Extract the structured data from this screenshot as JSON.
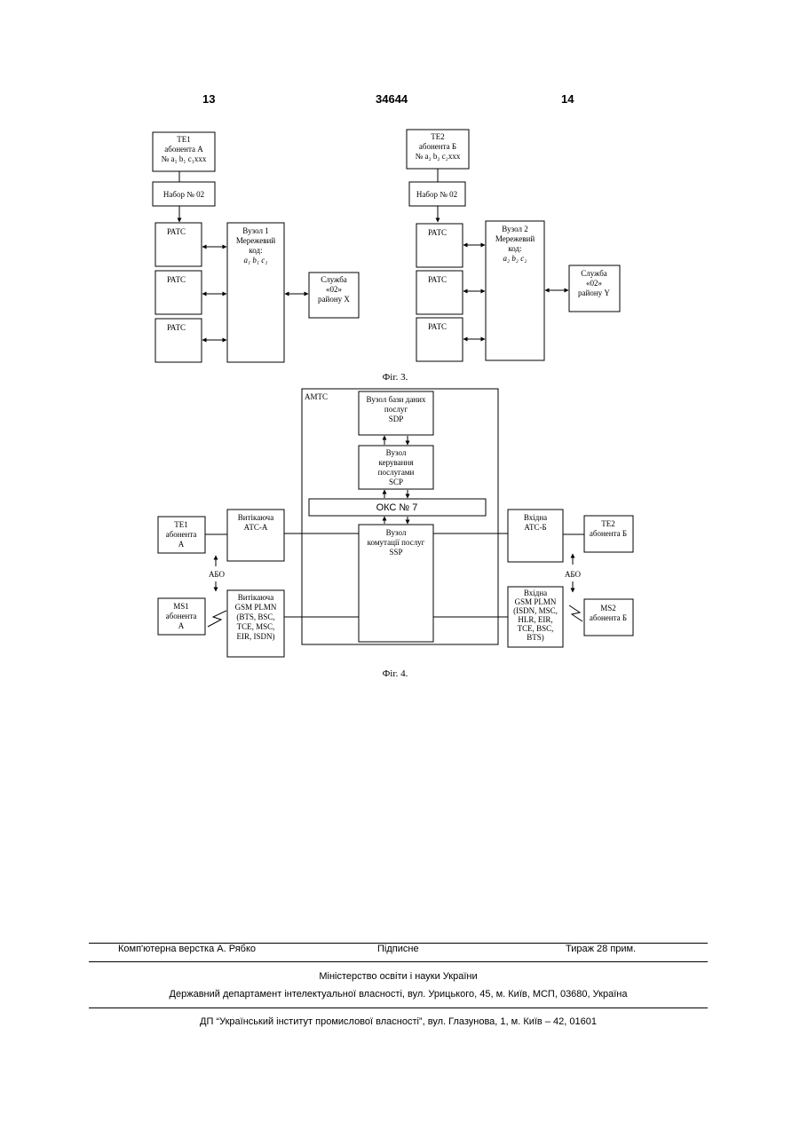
{
  "header": {
    "left": "13",
    "center": "34644",
    "right": "14"
  },
  "fig3": {
    "caption": "Фіг. 3.",
    "left": {
      "te_lines": [
        "ТЕ1",
        "абонента А",
        "№ a₁ b₁ c₁xxx"
      ],
      "dial": "Набор № 02",
      "ratc": [
        "РАТС",
        "РАТС",
        "РАТС"
      ],
      "node_lines": [
        "Вузол 1",
        "Мережевий",
        "код:",
        "a₁ b₁ c₁"
      ],
      "service_lines": [
        "Служба",
        "«02»",
        "району X"
      ]
    },
    "right": {
      "te_lines": [
        "ТЕ2",
        "абонента Б",
        "№ a₂ b₂ c₂xxx"
      ],
      "dial": "Набор № 02",
      "ratc": [
        "РАТС",
        "РАТС",
        "РАТС"
      ],
      "node_lines": [
        "Вузол 2",
        "Мережевий",
        "код:",
        "a₂ b₂ c₂"
      ],
      "service_lines": [
        "Служба",
        "«02»",
        "району Y"
      ]
    }
  },
  "fig4": {
    "caption": "Фіг. 4.",
    "amts": "АМТС",
    "sdp_lines": [
      "Вузол бази даних",
      "послуг",
      "SDP"
    ],
    "scp_lines": [
      "Вузол",
      "керування",
      "послугами",
      "SCP"
    ],
    "oks": "ОКС № 7",
    "ssp_lines": [
      "Вузол",
      "комутації послуг",
      "SSP"
    ],
    "te1_lines": [
      "ТЕ1",
      "абонента",
      "А"
    ],
    "ms1_lines": [
      "MS1",
      "абонента",
      "А"
    ],
    "abo": "АБО",
    "out_ats_lines": [
      "Витікаюча",
      "АТС-А"
    ],
    "out_gsm_lines": [
      "Витікаюча",
      "GSM PLMN",
      "(BTS, BSC,",
      "TCE, MSC,",
      "EIR, ISDN)"
    ],
    "in_ats_lines": [
      "Вхідна",
      "АТС-Б"
    ],
    "in_gsm_lines": [
      "Вхідна",
      "GSM PLMN",
      "(ISDN, MSC,",
      "HLR, EIR,",
      "TCE, BSC,",
      "BTS)"
    ],
    "te2_lines": [
      "ТЕ2",
      "абонента Б"
    ],
    "ms2_lines": [
      "MS2",
      "абонента Б"
    ]
  },
  "footer": {
    "layout_by": "Комп'ютерна верстка А. Рябко",
    "signed": "Підписне",
    "circulation": "Тираж 28 прим.",
    "ministry": "Міністерство освіти і науки України",
    "department": "Державний департамент інтелектуальної власності, вул. Урицького, 45, м. Київ, МСП, 03680, Україна",
    "institute": "ДП “Український інститут промислової власності”, вул. Глазунова, 1, м. Київ – 42, 01601"
  }
}
